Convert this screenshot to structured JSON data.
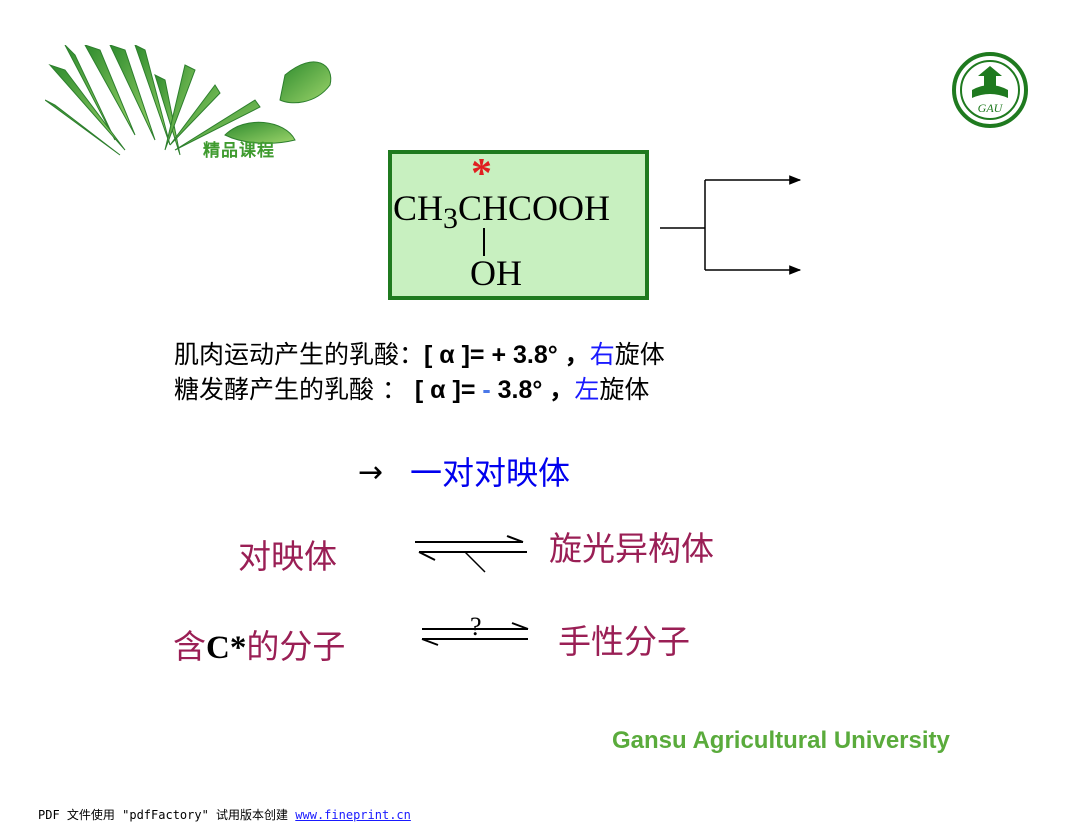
{
  "header": {
    "course_label": "精品课程",
    "logo_text": "GAU"
  },
  "formula": {
    "star": "*",
    "main_prefix": "CH",
    "main_sub": "3",
    "main_suffix": "CHCOOH",
    "oh": "OH"
  },
  "lines": {
    "line1": {
      "prefix": "肌肉运动产生的乳酸：",
      "formula": "[ α ]= + 3.8° ，",
      "highlight": "右",
      "suffix": "旋体"
    },
    "line2": {
      "prefix": "糖发酵产生的乳酸 ： ",
      "formula_open": "[ α ]= ",
      "sign": "-",
      "formula_close": " 3.8° ，",
      "highlight": "左",
      "suffix": "旋体"
    }
  },
  "enantiomers": {
    "arrow": "→",
    "label": "一对对映体"
  },
  "equilibria": {
    "eq1": {
      "left": "对映体",
      "right": "旋光异构体"
    },
    "eq2": {
      "left_prefix": "含",
      "left_c": "C*",
      "left_suffix": "的分子",
      "question": "?",
      "right": "手性分子"
    }
  },
  "university": "Gansu Agricultural University",
  "footer": {
    "text": "PDF 文件使用 \"pdfFactory\" 试用版本创建 ",
    "link": "www.fineprint.cn"
  },
  "colors": {
    "box_fill": "#c8f0c0",
    "box_border": "#1f7a1f",
    "maroon": "#9a1f55",
    "blue": "#1a1aff",
    "green": "#5aab3c"
  }
}
